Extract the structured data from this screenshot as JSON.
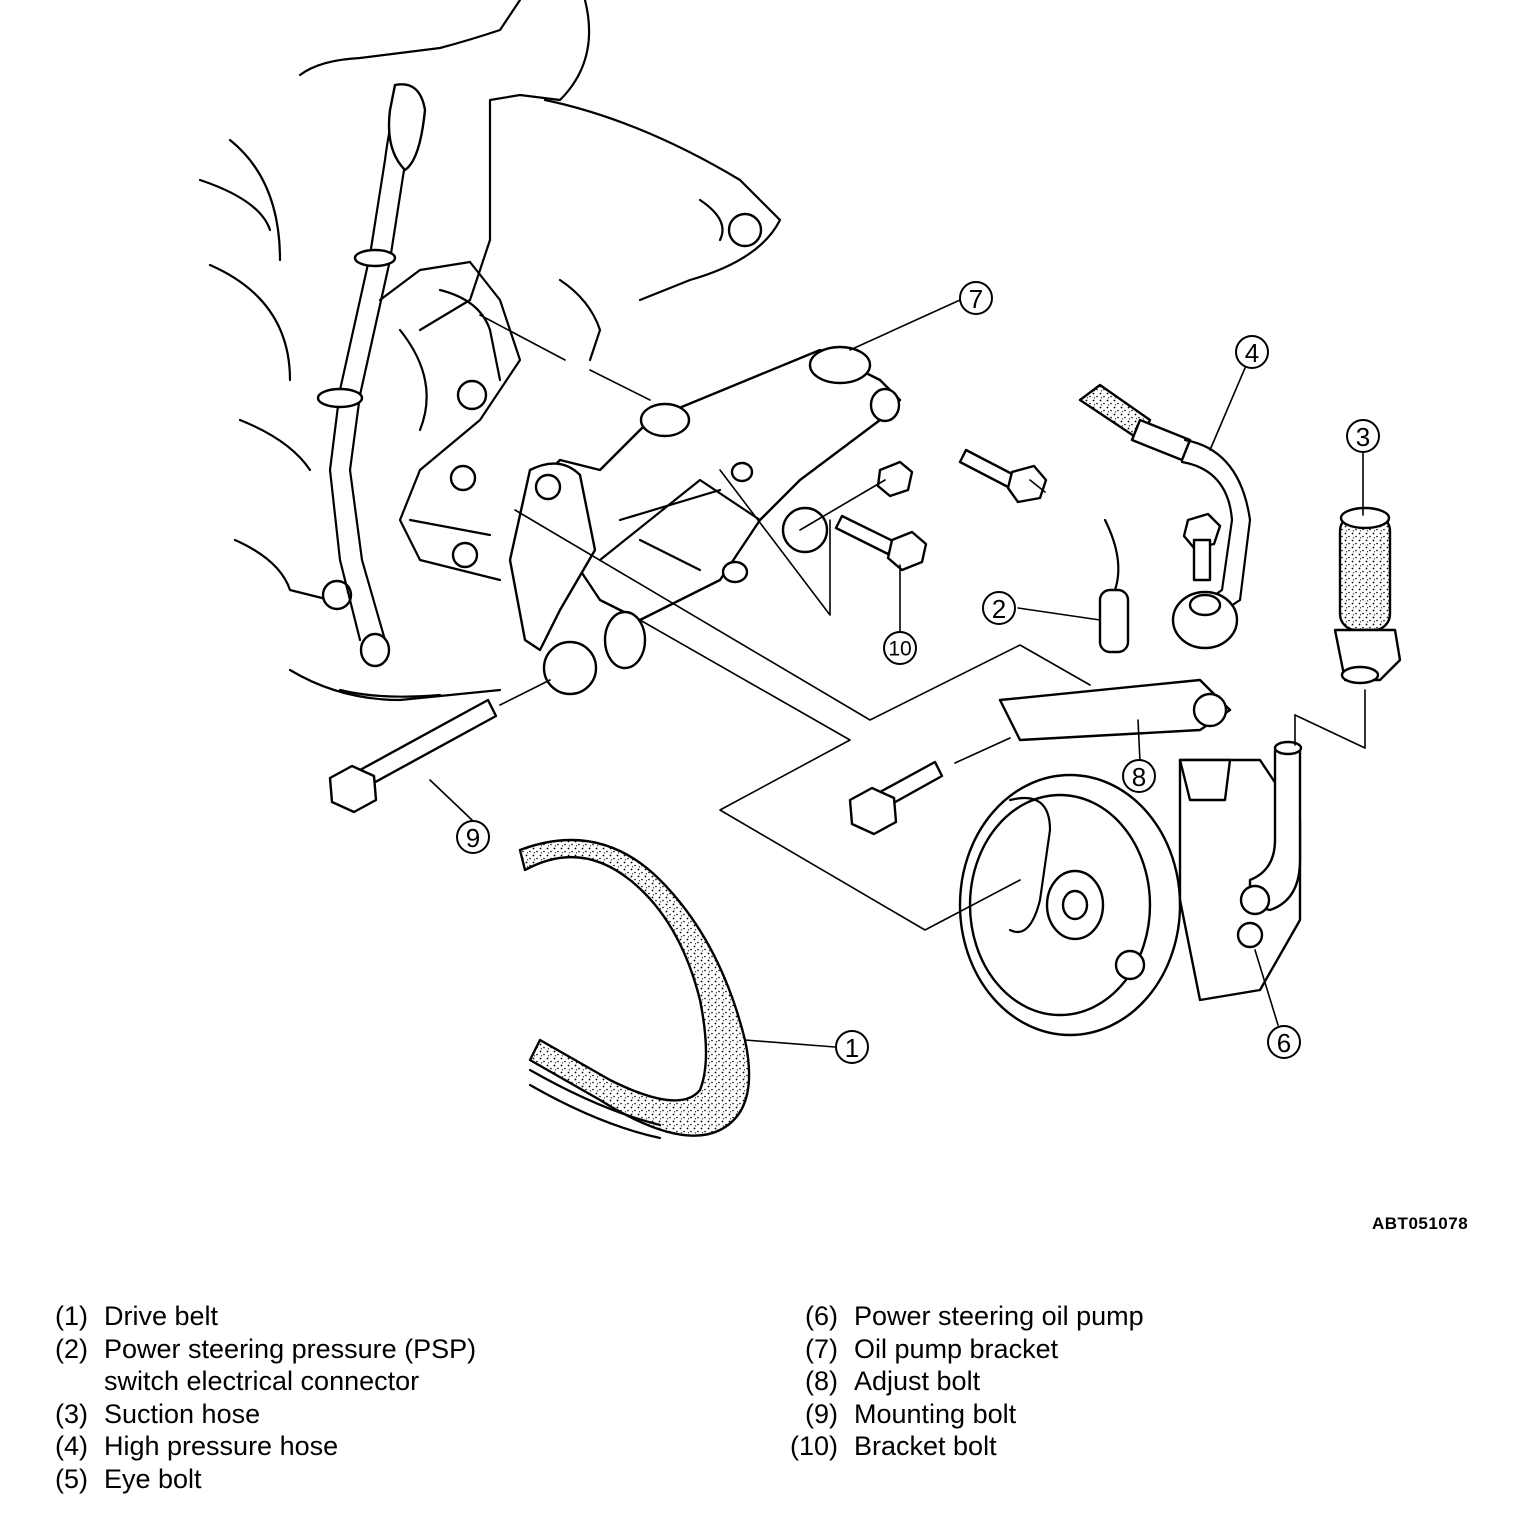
{
  "figure_code": "ABT051078",
  "callouts": [
    "1",
    "2",
    "3",
    "4",
    "6",
    "7",
    "8",
    "9",
    "10"
  ],
  "legend": {
    "left": [
      {
        "num": "(1)",
        "text": "Drive belt"
      },
      {
        "num": "(2)",
        "text": "Power steering pressure (PSP) switch electrical connector"
      },
      {
        "num": "(3)",
        "text": "Suction hose"
      },
      {
        "num": "(4)",
        "text": "High pressure hose"
      },
      {
        "num": "(5)",
        "text": "Eye bolt"
      }
    ],
    "right": [
      {
        "num": "(6)",
        "text": "Power steering oil pump"
      },
      {
        "num": "(7)",
        "text": "Oil pump bracket"
      },
      {
        "num": "(8)",
        "text": "Adjust bolt"
      },
      {
        "num": "(9)",
        "text": "Mounting bolt"
      },
      {
        "num": "(10)",
        "text": "Bracket bolt"
      }
    ]
  }
}
